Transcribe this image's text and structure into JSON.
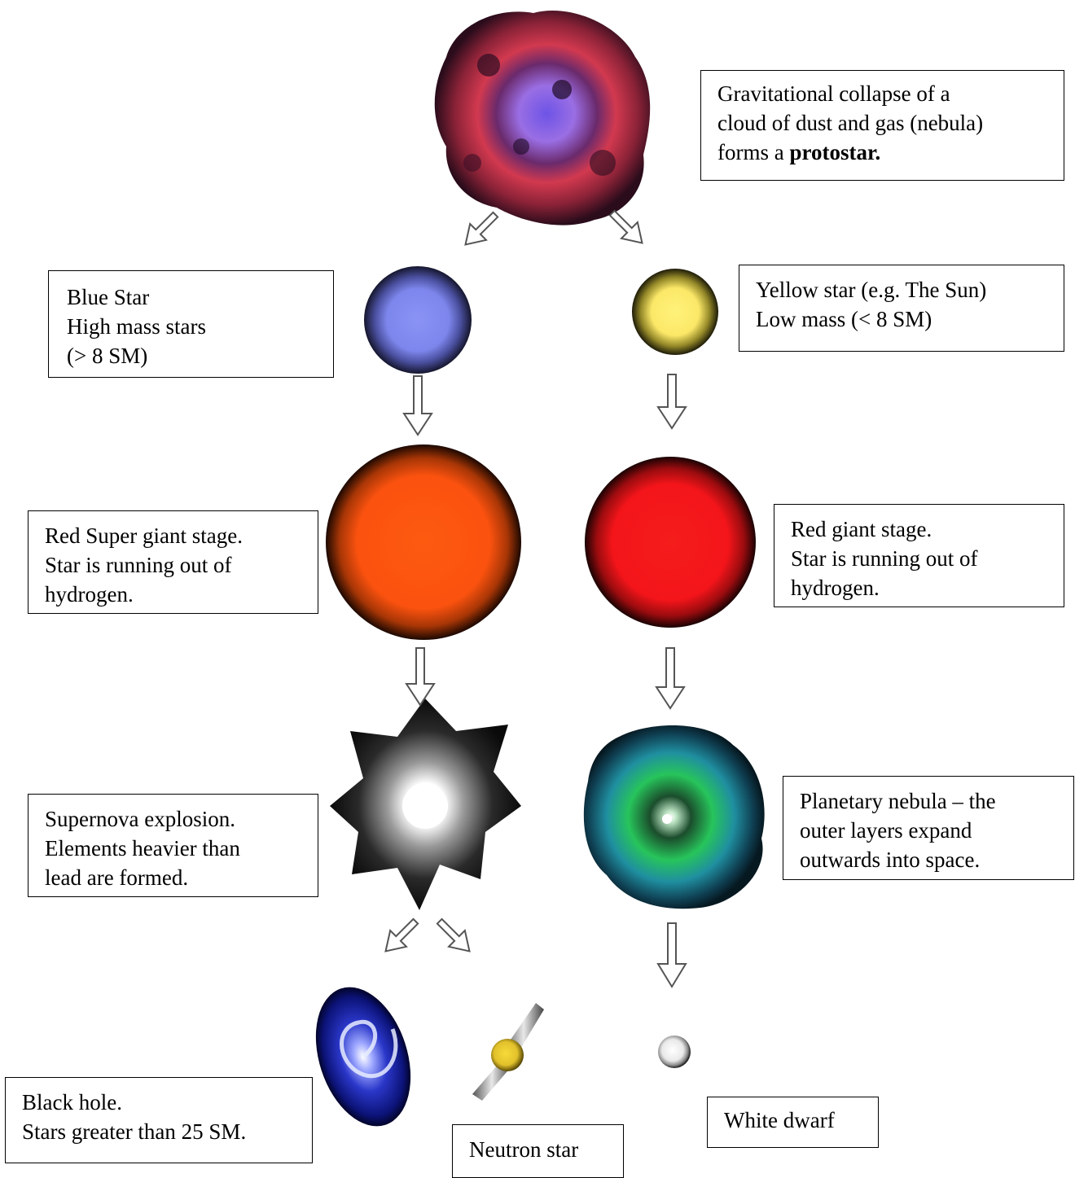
{
  "colors": {
    "nebula_outer": "#c9354a",
    "nebula_inner": "#8e63e0",
    "blue_star": "#7d86ec",
    "yellow_star": "#fbec6a",
    "red_supergiant": "#fb520f",
    "red_giant": "#f3151a",
    "planetary_nebula_outer": "#1f8fa0",
    "planetary_nebula_inner": "#27c45b",
    "neutron_star": "#e2c12b",
    "black_hole": "#2a37c9",
    "white_dwarf": "#f2f2f2"
  },
  "labels": {
    "protostar": {
      "line1": "Gravitational collapse of a",
      "line2": "cloud of dust and gas (nebula)",
      "line3_prefix": "forms a ",
      "line3_bold": "protostar."
    },
    "blue_star": {
      "line1": "Blue Star",
      "line2": "High mass stars",
      "line3": "(> 8 SM)"
    },
    "yellow_star": {
      "line1": "Yellow star (e.g. The Sun)",
      "line2": "Low mass (< 8 SM)"
    },
    "red_supergiant": {
      "line1": "Red Super giant stage.",
      "line2": "Star is running out of",
      "line3": "hydrogen."
    },
    "red_giant": {
      "line1": "Red giant stage.",
      "line2": "Star is running out of",
      "line3": "hydrogen."
    },
    "supernova": {
      "line1": "Supernova  explosion.",
      "line2": "Elements heavier than",
      "line3": "lead are formed."
    },
    "planetary_nebula": {
      "line1": "Planetary nebula – the",
      "line2": "outer layers expand",
      "line3": "outwards into space."
    },
    "black_hole": {
      "line1": "Black hole.",
      "line2": "Stars greater than 25 SM."
    },
    "neutron_star": {
      "line1": "Neutron star"
    },
    "white_dwarf": {
      "line1": "White dwarf"
    }
  }
}
